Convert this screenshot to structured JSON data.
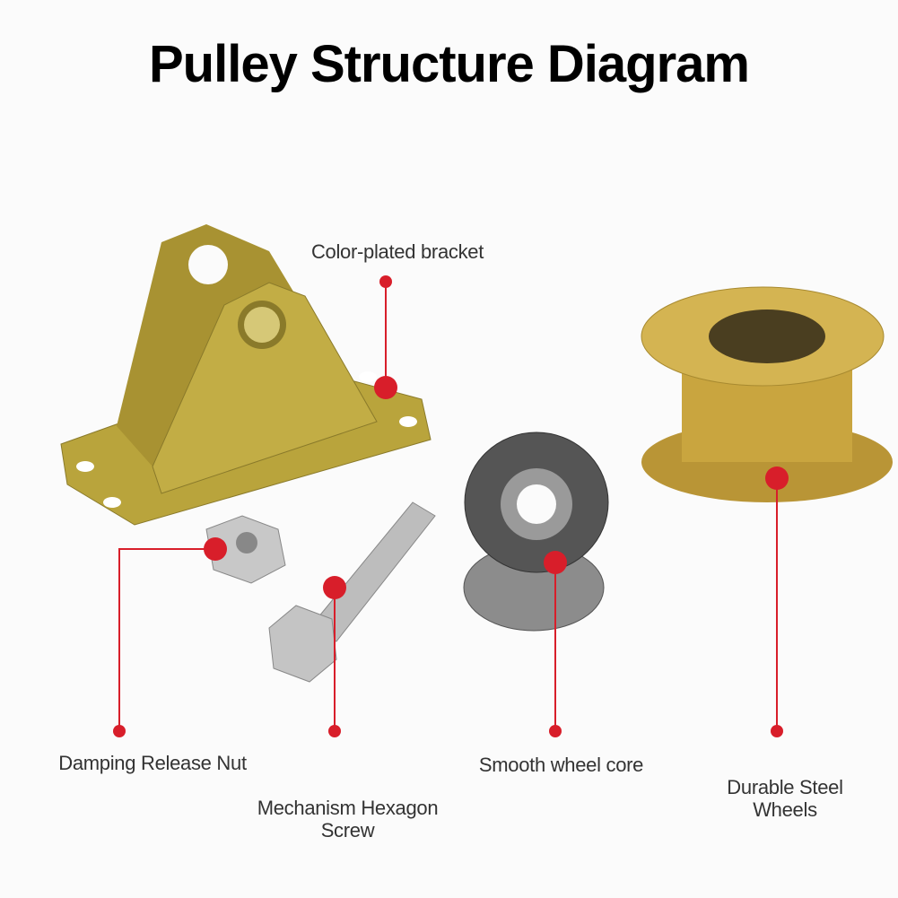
{
  "title": "Pulley Structure Diagram",
  "labels": {
    "bracket": "Color-plated bracket",
    "nut": "Damping Release Nut",
    "screw_line1": "Mechanism Hexagon",
    "screw_line2": "Screw",
    "core": "Smooth wheel core",
    "wheel_line1": "Durable Steel",
    "wheel_line2": "Wheels"
  },
  "colors": {
    "marker": "#d81e2a",
    "bracket": "#b8a23a",
    "wheel": "#c9a53f",
    "steel": "#b9b9b9",
    "bearing": "#5a5a5a"
  }
}
